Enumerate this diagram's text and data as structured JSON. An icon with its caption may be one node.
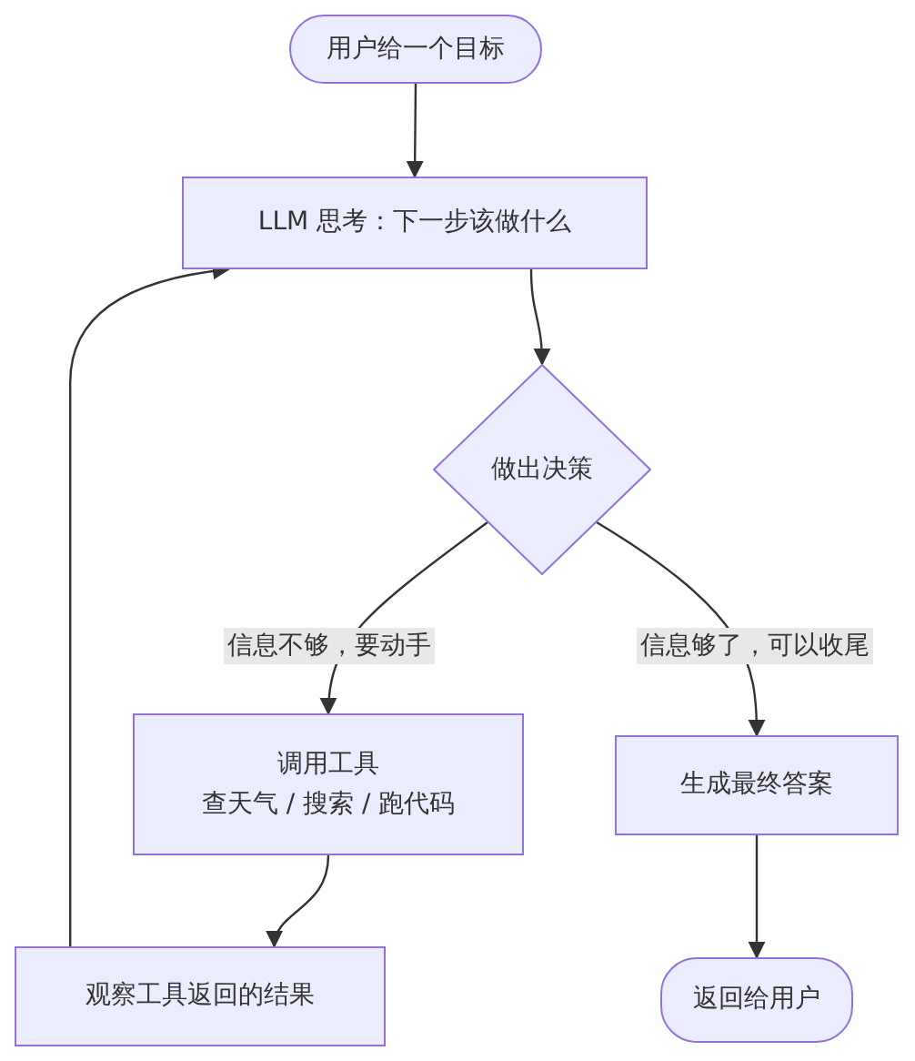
{
  "diagram": {
    "nodes": [
      {
        "text": [
          "用户给一个目标"
        ]
      },
      {
        "text": [
          "LLM 思考：下一步该做什么"
        ]
      },
      {
        "text": [
          "做出决策"
        ]
      },
      {
        "text": [
          "调用工具",
          "查天气 / 搜索 / 跑代码"
        ]
      },
      {
        "text": [
          "生成最终答案"
        ]
      },
      {
        "text": [
          "观察工具返回的结果"
        ]
      },
      {
        "text": [
          "返回给用户"
        ]
      }
    ],
    "edges": [
      {
        "from": 0,
        "to": 1,
        "arrow": "to"
      },
      {
        "from": 1,
        "to": 2,
        "arrow": "to"
      },
      {
        "from": 2,
        "to": 3,
        "arrow": "to",
        "label": "信息不够，要动手"
      },
      {
        "from": 2,
        "to": 4,
        "arrow": "to",
        "label": "信息够了，可以收尾"
      },
      {
        "from": 3,
        "to": 5,
        "arrow": "to"
      },
      {
        "from": 4,
        "to": 6,
        "arrow": "to"
      },
      {
        "from": 5,
        "to": 1,
        "arrow": "to"
      }
    ]
  }
}
